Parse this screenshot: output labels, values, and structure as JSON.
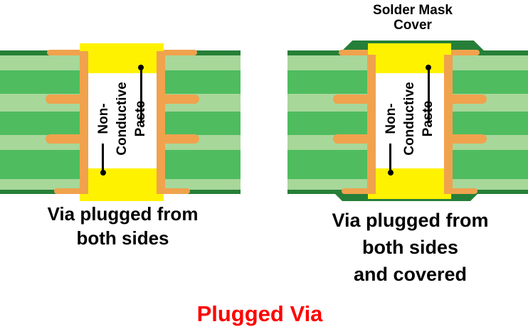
{
  "title": "Plugged Via",
  "paste_label": {
    "line1": "Non-",
    "line2": "Conductive",
    "line3": "Paste"
  },
  "left_diagram": {
    "caption_line1": "Via plugged from",
    "caption_line2": "both sides"
  },
  "right_diagram": {
    "top_label_line1": "Solder Mask",
    "top_label_line2": "Cover",
    "caption_line1": "Via plugged from",
    "caption_line2": "both sides",
    "caption_line3": "and covered"
  },
  "colors": {
    "board-light": "#A8D79A",
    "board-medium": "#4FBC5F",
    "board-dark": "#267F38",
    "copper": "#F0A24D",
    "plug-yellow": "#FFF200",
    "void-white": "#FFFFFF",
    "title-red": "#FF0000",
    "text-black": "#000000",
    "background": "#FFFFFF"
  }
}
